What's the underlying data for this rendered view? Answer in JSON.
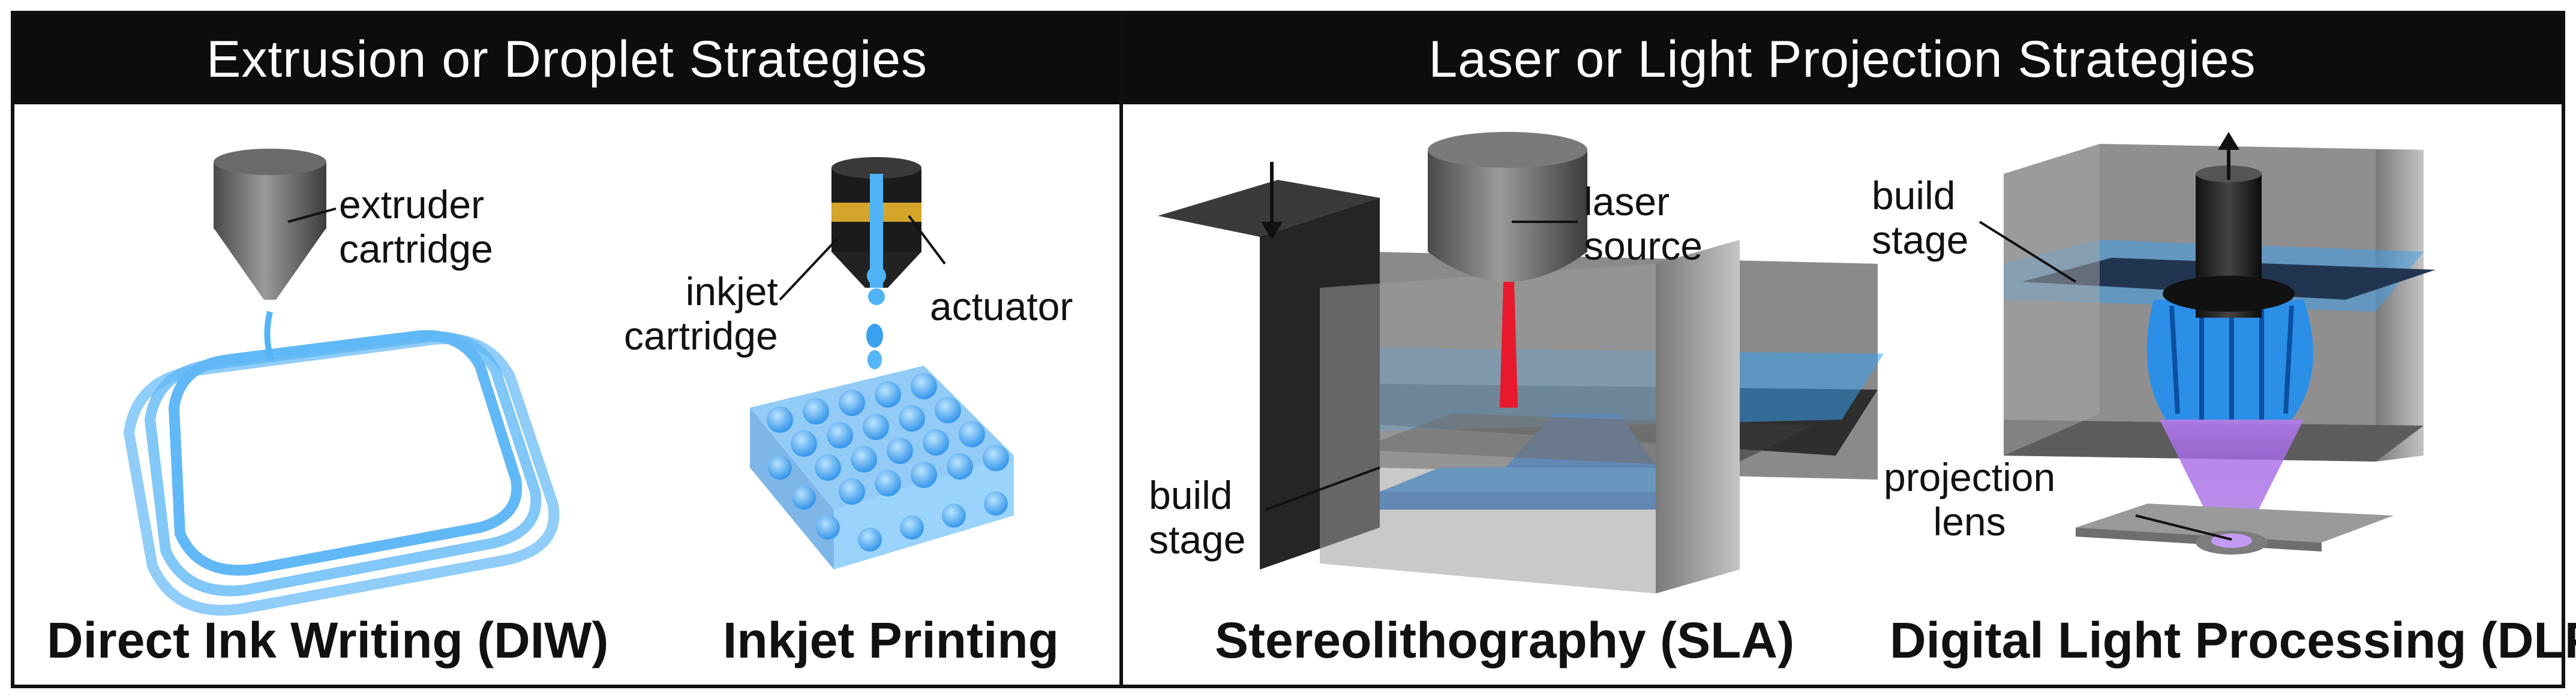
{
  "panels": {
    "left": {
      "title": "Extrusion or Droplet Strategies"
    },
    "right": {
      "title": "Laser or Light Projection Strategies"
    }
  },
  "methods": {
    "diw": {
      "caption": "Direct Ink Writing (DIW)",
      "label_1": "extruder",
      "label_2": "cartridge"
    },
    "inkjet": {
      "caption": "Inkjet Printing",
      "cartridge_1": "inkjet",
      "cartridge_2": "cartridge",
      "actuator": "actuator"
    },
    "sla": {
      "caption": "Stereolithography (SLA)",
      "laser_1": "laser",
      "laser_2": "source",
      "stage_1": "build",
      "stage_2": "stage"
    },
    "dlp": {
      "caption": "Digital Light Processing (DLP)",
      "stage_1": "build",
      "stage_2": "stage",
      "lens_1": "projection",
      "lens_2": "lens"
    }
  },
  "colors": {
    "header_bg": "#0d0d0d",
    "resin_blue": "#3aa0f0",
    "laser_red": "#e8192c",
    "uv_purple": "#a259e6",
    "metal_gray": "#6e6e6e"
  }
}
